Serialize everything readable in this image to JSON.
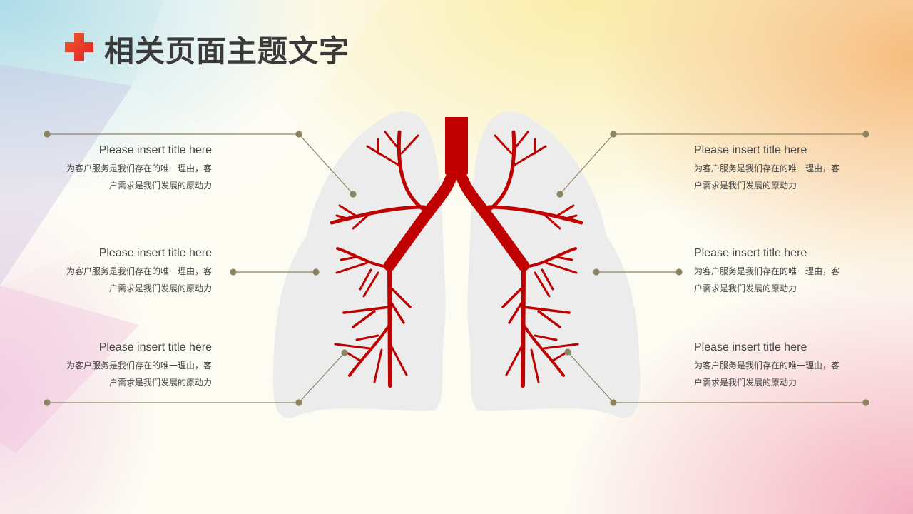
{
  "header": {
    "title": "相关页面主题文字",
    "icon": "red-cross-icon"
  },
  "colors": {
    "accent": "#c00000",
    "connector": "#8c8560",
    "lung": "#ececec"
  },
  "items": [
    {
      "title": "Please insert title here",
      "line1": "为客户服务是我们存在的唯一理由，客",
      "line2": "户需求是我们发展的原动力"
    },
    {
      "title": "Please insert title here",
      "line1": "为客户服务是我们存在的唯一理由，客",
      "line2": "户需求是我们发展的原动力"
    },
    {
      "title": "Please insert title here",
      "line1": "为客户服务是我们存在的唯一理由，客",
      "line2": "户需求是我们发展的原动力"
    },
    {
      "title": "Please insert title here",
      "line1": "为客户服务是我们存在的唯一理由，客",
      "line2": "户需求是我们发展的原动力"
    },
    {
      "title": "Please insert title here",
      "line1": "为客户服务是我们存在的唯一理由，客",
      "line2": "户需求是我们发展的原动力"
    },
    {
      "title": "Please insert title here",
      "line1": "为客户服务是我们存在的唯一理由，客",
      "line2": "户需求是我们发展的原动力"
    }
  ]
}
